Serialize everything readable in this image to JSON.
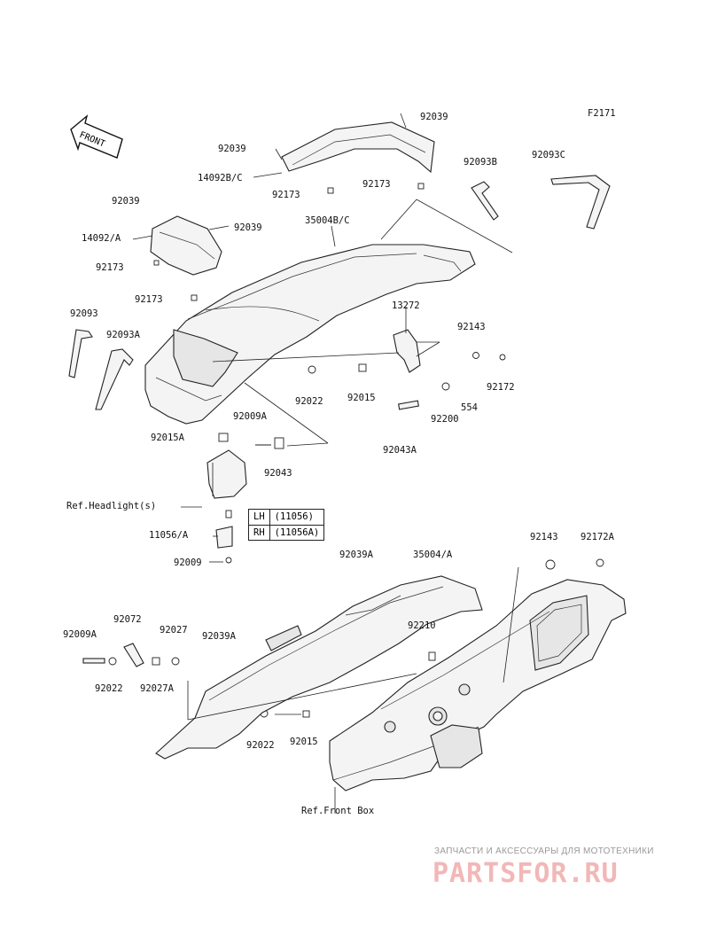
{
  "figure_code": "F2171",
  "front_label": "FRONT",
  "ref_labels": {
    "headlight": "Ref.Headlight(s)",
    "front_box": "Ref.Front Box"
  },
  "side_table": [
    {
      "side": "LH",
      "part": "(11056)"
    },
    {
      "side": "RH",
      "part": "(11056A)"
    }
  ],
  "callouts": [
    {
      "id": "c01",
      "text": "92039"
    },
    {
      "id": "c02",
      "text": "92039"
    },
    {
      "id": "c03",
      "text": "14092B/C"
    },
    {
      "id": "c04",
      "text": "92173"
    },
    {
      "id": "c05",
      "text": "92173"
    },
    {
      "id": "c06",
      "text": "92093B"
    },
    {
      "id": "c07",
      "text": "92093C"
    },
    {
      "id": "c08",
      "text": "92039"
    },
    {
      "id": "c09",
      "text": "92039"
    },
    {
      "id": "c10",
      "text": "35004B/C"
    },
    {
      "id": "c11",
      "text": "14092/A"
    },
    {
      "id": "c12",
      "text": "92173"
    },
    {
      "id": "c13",
      "text": "92173"
    },
    {
      "id": "c14",
      "text": "13272"
    },
    {
      "id": "c15",
      "text": "92143"
    },
    {
      "id": "c16",
      "text": "92093"
    },
    {
      "id": "c17",
      "text": "92093A"
    },
    {
      "id": "c18",
      "text": "92022"
    },
    {
      "id": "c19",
      "text": "92015"
    },
    {
      "id": "c20",
      "text": "92172"
    },
    {
      "id": "c21",
      "text": "554"
    },
    {
      "id": "c22",
      "text": "92200"
    },
    {
      "id": "c23",
      "text": "92009A"
    },
    {
      "id": "c24",
      "text": "92015A"
    },
    {
      "id": "c25",
      "text": "92043A"
    },
    {
      "id": "c26",
      "text": "92043"
    },
    {
      "id": "c27",
      "text": "11056/A"
    },
    {
      "id": "c28",
      "text": "92009"
    },
    {
      "id": "c29",
      "text": "92143"
    },
    {
      "id": "c30",
      "text": "92172A"
    },
    {
      "id": "c31",
      "text": "92039A"
    },
    {
      "id": "c32",
      "text": "35004/A"
    },
    {
      "id": "c33",
      "text": "92072"
    },
    {
      "id": "c34",
      "text": "92009A"
    },
    {
      "id": "c35",
      "text": "92027"
    },
    {
      "id": "c36",
      "text": "92039A"
    },
    {
      "id": "c37",
      "text": "92210"
    },
    {
      "id": "c38",
      "text": "92022"
    },
    {
      "id": "c39",
      "text": "92027A"
    },
    {
      "id": "c40",
      "text": "92022"
    },
    {
      "id": "c41",
      "text": "92015"
    }
  ],
  "watermark": {
    "subtitle": "ЗАПЧАСТИ И АКСЕССУАРЫ ДЛЯ МОТОТЕХНИКИ",
    "brand": "PARTSFOR.RU"
  }
}
